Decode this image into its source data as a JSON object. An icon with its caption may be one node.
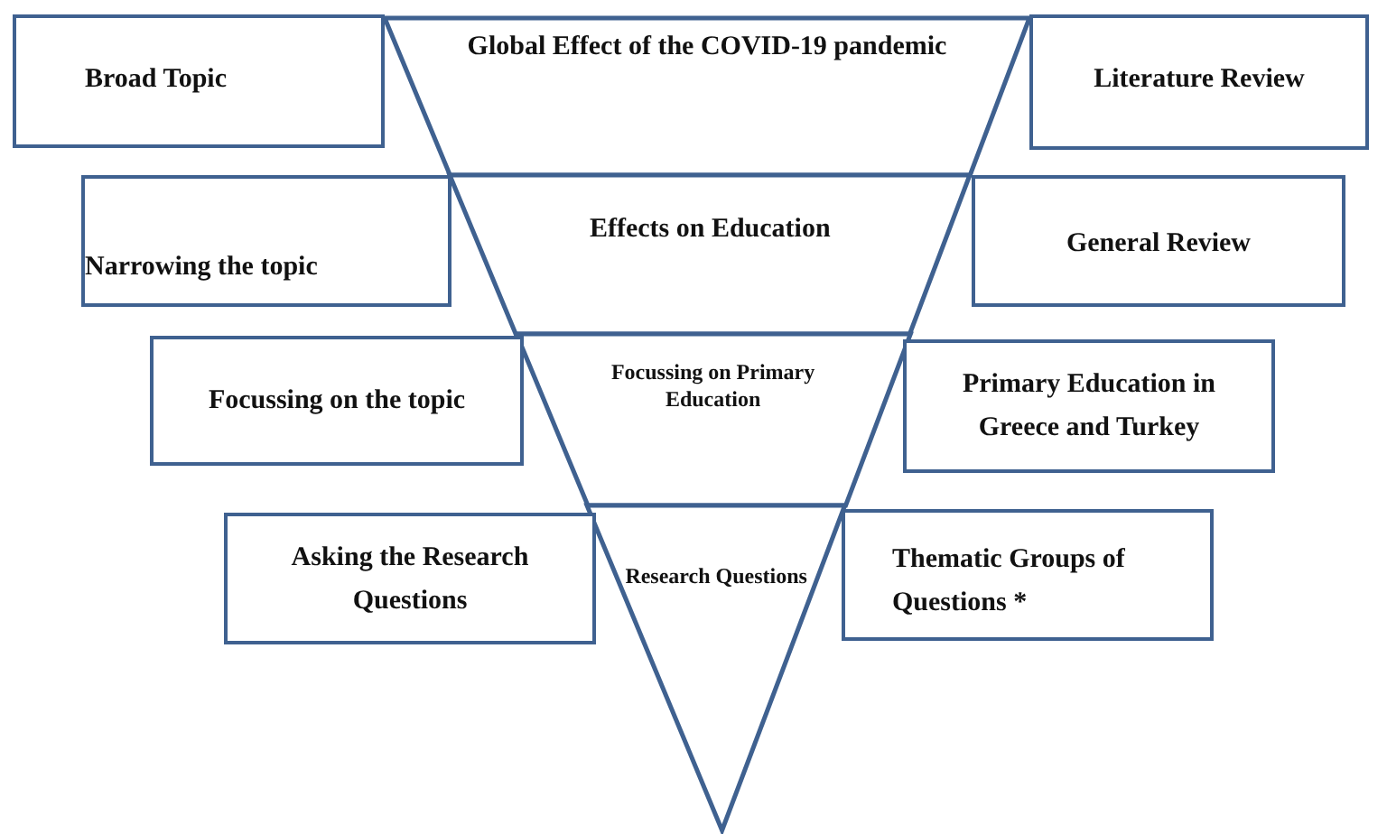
{
  "diagram": {
    "nodes": [
      {
        "text": [
          "Broad Topic"
        ]
      },
      {
        "text": [
          "Global Effect of the COVID-19 pandemic"
        ]
      },
      {
        "text": [
          "Literature Review"
        ]
      },
      {
        "text": [
          "Narrowing the topic"
        ]
      },
      {
        "text": [
          "Effects on Education"
        ]
      },
      {
        "text": [
          "General Review"
        ]
      },
      {
        "text": [
          "Focussing on the topic"
        ]
      },
      {
        "text": [
          "Focussing on Primary Education"
        ]
      },
      {
        "text": [
          "Primary Education in Greece and Turkey"
        ]
      },
      {
        "text": [
          "Asking the Research Questions"
        ]
      },
      {
        "text": [
          "Research Questions"
        ]
      },
      {
        "text": [
          "Thematic Groups of Questions *"
        ]
      }
    ]
  }
}
